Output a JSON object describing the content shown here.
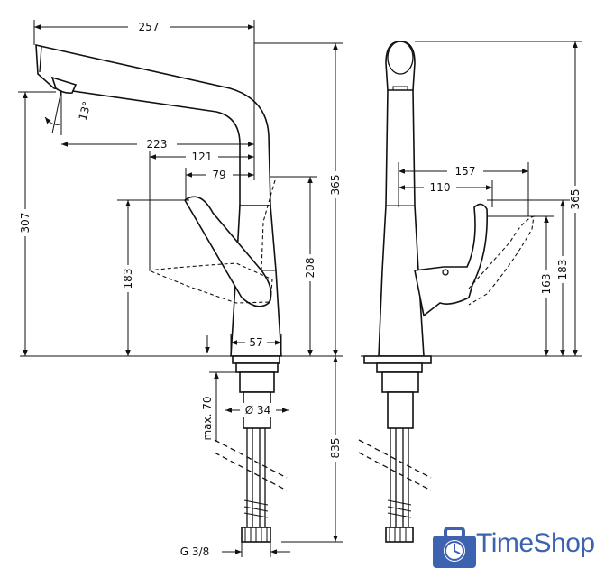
{
  "dimensions": {
    "d257": "257",
    "d13": "13°",
    "d223": "223",
    "d121": "121",
    "d79": "79",
    "d307": "307",
    "d183_front": "183",
    "d208": "208",
    "d365_front": "365",
    "d57": "57",
    "dmax70": "max. 70",
    "d34": "Ø 34",
    "d835": "835",
    "dG38": "G 3/8",
    "d157": "157",
    "d110": "110",
    "d163": "163",
    "d183_side": "183",
    "d365_side": "365"
  },
  "logo": {
    "text": "TimeShop",
    "color": "#3d63b0"
  }
}
